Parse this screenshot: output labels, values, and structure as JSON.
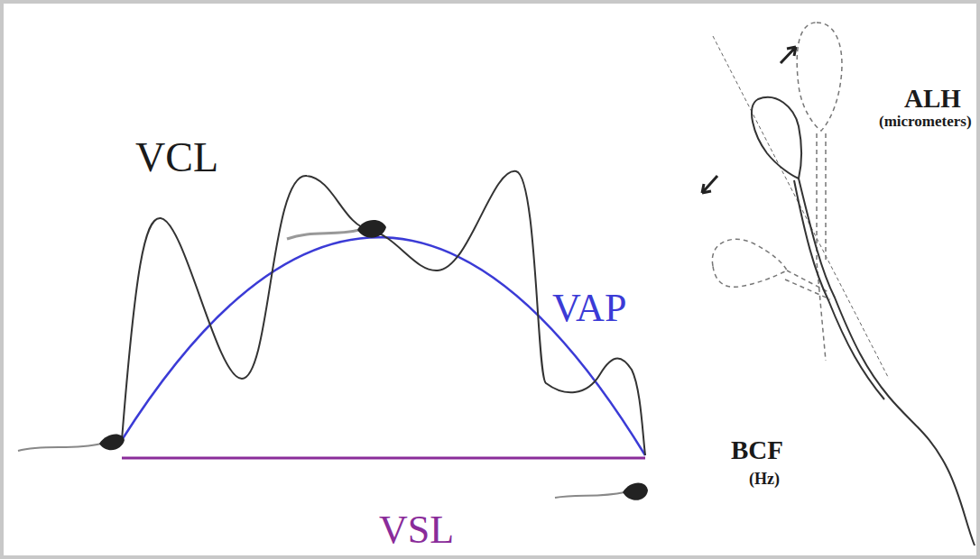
{
  "diagram": {
    "labels": [
      "VCL",
      "VAP",
      "VSL",
      "ALH",
      "(micrometers)",
      "BCF",
      "(Hz)"
    ]
  }
}
